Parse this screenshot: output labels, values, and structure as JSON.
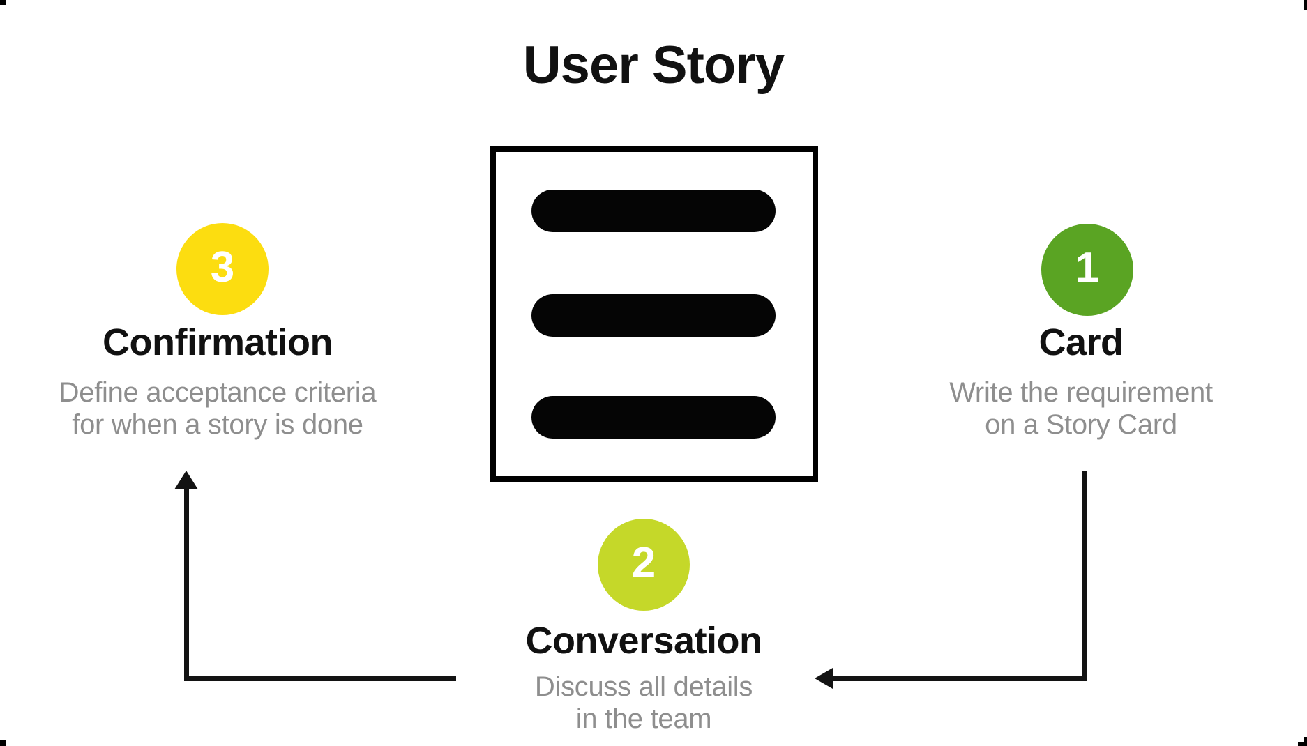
{
  "title": "User Story",
  "icon": {
    "name": "story-card-icon",
    "description": "square card outline with three rounded text lines"
  },
  "steps": {
    "card": {
      "number": "1",
      "title": "Card",
      "line1": "Write the requirement",
      "line2": "on a Story Card",
      "badge_color": "#5AA423"
    },
    "conversation": {
      "number": "2",
      "title": "Conversation",
      "line1": "Discuss all details",
      "line2": "in the team",
      "badge_color": "#C5D829"
    },
    "confirmation": {
      "number": "3",
      "title": "Confirmation",
      "line1": "Define acceptance criteria",
      "line2": "for when a story is done",
      "badge_color": "#FCDD10"
    }
  },
  "colors": {
    "heading": "#111111",
    "subtitle": "#8E8E8E",
    "arrow": "#131313",
    "background": "#FFFFFF"
  }
}
